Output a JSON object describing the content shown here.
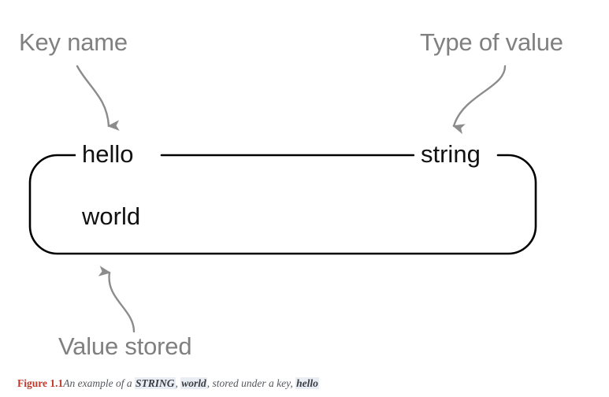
{
  "figure": {
    "annotations": [
      {
        "id": "key-name",
        "text": "Key name",
        "color": "#808080"
      },
      {
        "id": "type-of-value",
        "text": "Type of value",
        "color": "#808080"
      },
      {
        "id": "value-stored",
        "text": "Value stored",
        "color": "#808080"
      }
    ],
    "box": {
      "key_label": "hello",
      "type_label": "string",
      "value_label": "world",
      "stroke_color": "#000000"
    },
    "caption": {
      "figure_number": "Figure 1.1",
      "part1": "An example of a ",
      "code1": "STRING",
      "part2": ", ",
      "code2": "world",
      "part3": ", stored under a key, ",
      "code3": "hello",
      "number_color": "#c0392b",
      "code_background": "#e8eef4"
    }
  }
}
